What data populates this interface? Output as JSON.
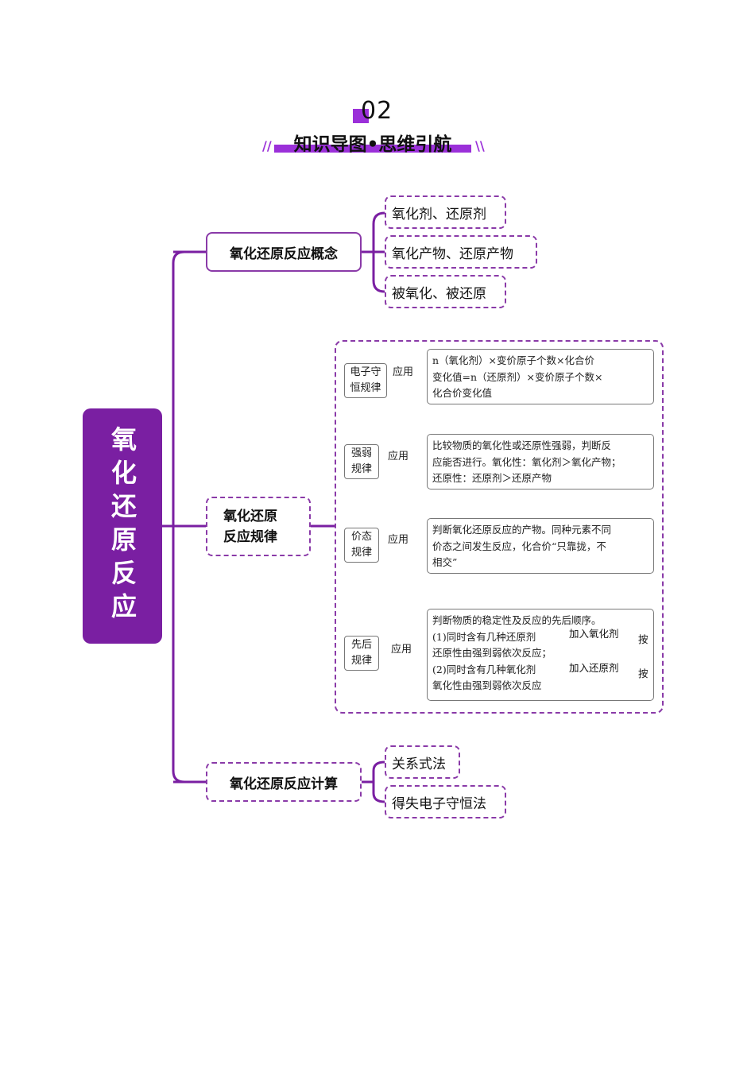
{
  "header": {
    "section_number": "02",
    "section_title": "知识导图•思维引航",
    "left_deco": "//",
    "right_deco": "\\\\"
  },
  "root": {
    "label": "氧化还原反应"
  },
  "branches": {
    "concept": {
      "label": "氧化还原反应概念",
      "leaves": [
        "氧化剂、还原剂",
        "氧化产物、还原产物",
        "被氧化、被还原"
      ]
    },
    "rules": {
      "label_line1": "氧化还原",
      "label_line2": "反应规律",
      "items": [
        {
          "name_line1": "电子守",
          "name_line2": "恒规律",
          "apply": "应用",
          "desc": [
            "n（氧化剂）×变价原子个数×化合价",
            "变化值=n（还原剂）×变价原子个数×",
            "化合价变化值"
          ]
        },
        {
          "name_line1": "强弱",
          "name_line2": "规律",
          "apply": "应用",
          "desc": [
            "比较物质的氧化性或还原性强弱，判断反",
            "应能否进行。氧化性：氧化剂＞氧化产物；",
            "还原性：还原剂＞还原产物"
          ]
        },
        {
          "name_line1": "价态",
          "name_line2": "规律",
          "apply": "应用",
          "desc": [
            "判断氧化还原反应的产物。同种元素不同",
            "价态之间发生反应，化合价“只靠拢，不",
            "相交”"
          ]
        },
        {
          "name_line1": "先后",
          "name_line2": "规律",
          "apply": "应用",
          "desc": [
            "判断物质的稳定性及反应的先后顺序。",
            "(1)同时含有几种还原剂",
            "还原性由强到弱依次反应；",
            "(2)同时含有几种氧化剂",
            "氧化性由强到弱依次反应"
          ],
          "arrow1": "加入氧化剂",
          "arrow2": "加入还原剂",
          "after_arrow": "按"
        }
      ]
    },
    "calc": {
      "label": "氧化还原反应计算",
      "leaves": [
        "关系式法",
        "得失电子守恒法"
      ]
    }
  },
  "colors": {
    "accent": "#7a1fa2",
    "line": "#8a3aa8",
    "highlight": "#9b30d9"
  }
}
